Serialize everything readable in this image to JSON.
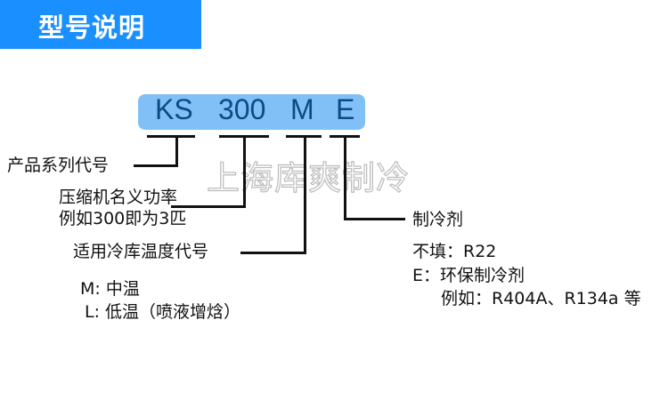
{
  "header": {
    "title": "型号说明",
    "color": "#1a8fff"
  },
  "model_code": {
    "series": "KS",
    "power": "300",
    "temperature": "M",
    "refrigerant": "E"
  },
  "watermark": "上海库爽制冷",
  "labels": {
    "series": "产品系列代号",
    "power_line1": "压缩机名义功率",
    "power_line2": "例如300即为3匹",
    "temperature": "适用冷库温度代号",
    "temp_m": "M: 中温",
    "temp_l": "L: 低温（喷液增焓）",
    "refrigerant": "制冷剂",
    "ref_blank": "不填：R22",
    "ref_e": "E：环保制冷剂",
    "ref_example": "例如：R404A、R134a 等"
  }
}
